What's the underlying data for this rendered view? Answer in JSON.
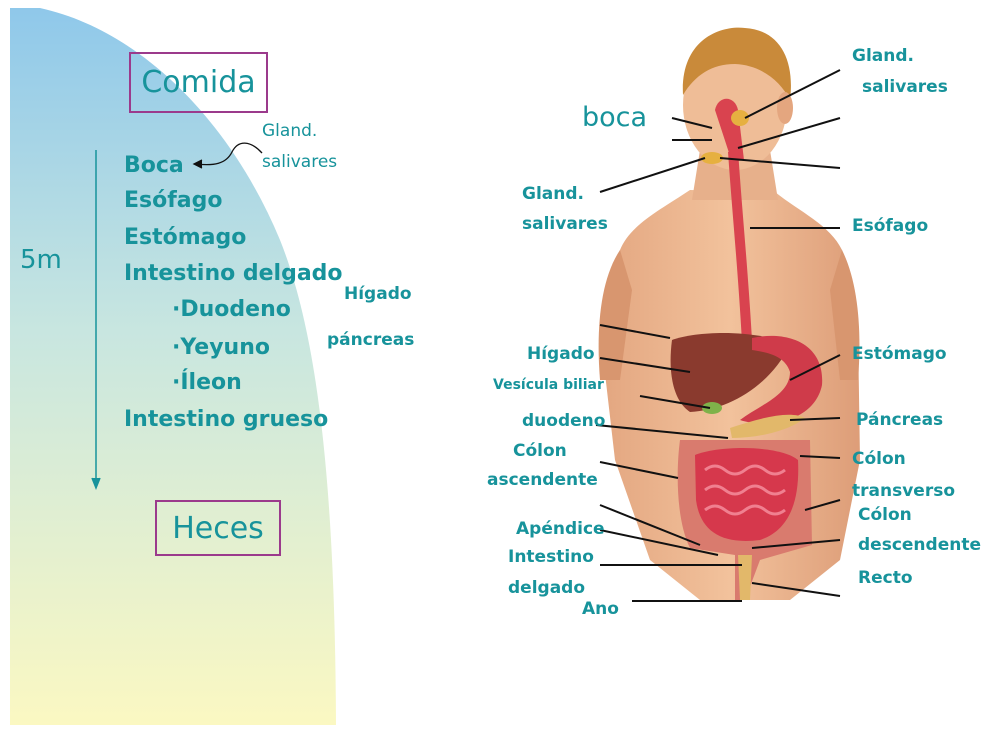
{
  "left": {
    "comida": "Comida",
    "heces": "Heces",
    "length": "5m",
    "gland_note": [
      "Gland.",
      "salivares"
    ],
    "list": {
      "boca": "Boca",
      "esofago": "Esófago",
      "estomago": "Estómago",
      "intestino_delgado": "Intestino delgado",
      "duodeno": "·Duodeno",
      "yeyuno": "·Yeyuno",
      "ileon": "·Íleon",
      "intestino_grueso": "Intestino grueso"
    },
    "annex": {
      "higado": "Hígado",
      "pancreas": "páncreas"
    }
  },
  "right": {
    "boca": "boca",
    "gland_top": [
      "Gland.",
      "salivares"
    ],
    "gland_left": [
      "Gland.",
      "salivares"
    ],
    "esofago": "Esófago",
    "higado": "Hígado",
    "vesicula": "Vesícula biliar",
    "duodeno": "duodeno",
    "colon_asc": [
      "Cólon",
      "ascendente"
    ],
    "apendice": "Apéndice",
    "intestino_delgado": [
      "Intestino",
      "delgado"
    ],
    "ano": "Ano",
    "estomago": "Estómago",
    "pancreas": "Páncreas",
    "colon_trans": [
      "Cólon",
      "transverso"
    ],
    "colon_desc": [
      "Cólon",
      "descendente"
    ],
    "recto": "Recto"
  },
  "colors": {
    "text": "#17939b",
    "box_border": "#9b3a8c",
    "line": "#111111"
  }
}
